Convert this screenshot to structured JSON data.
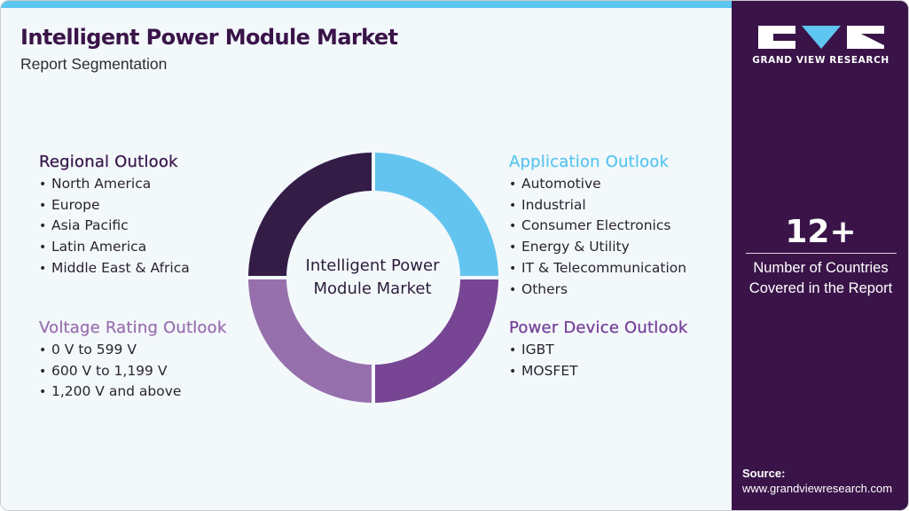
{
  "header": {
    "title": "Intelligent Power Module Market",
    "subtitle": "Report Segmentation"
  },
  "center_label": {
    "line1": "Intelligent Power",
    "line2": "Module Market"
  },
  "segments": {
    "regional": {
      "title": "Regional Outlook",
      "color": "#3a1a4d",
      "items": [
        "North America",
        "Europe",
        "Asia Pacific",
        "Latin America",
        "Middle East & Africa"
      ]
    },
    "voltage": {
      "title": "Voltage Rating Outlook",
      "color": "#9b72b0",
      "items": [
        "0 V to 599 V",
        "600 V to 1,199 V",
        "1,200 V and above"
      ]
    },
    "application": {
      "title": "Application Outlook",
      "color": "#5ec6f0",
      "items": [
        "Automotive",
        "Industrial",
        "Consumer Electronics",
        "Energy & Utility",
        "IT & Telecommunication",
        "Others"
      ]
    },
    "power_device": {
      "title": "Power Device Outlook",
      "color": "#77439a",
      "items": [
        "IGBT",
        "MOSFET"
      ]
    }
  },
  "donut": {
    "quadrants": [
      {
        "position": "top-right",
        "segment": "Application Outlook",
        "color": "#63c5ef"
      },
      {
        "position": "bottom-right",
        "segment": "Power Device Outlook",
        "color": "#774593"
      },
      {
        "position": "bottom-left",
        "segment": "Voltage Rating Outlook",
        "color": "#9670ad"
      },
      {
        "position": "top-left",
        "segment": "Regional Outlook",
        "color": "#331d47"
      }
    ]
  },
  "sidebar": {
    "brand": "GRAND VIEW RESEARCH",
    "stat_value": "12+",
    "stat_label_line1": "Number of Countries",
    "stat_label_line2": "Covered in the Report",
    "source_title": "Source:",
    "source_url": "www.grandviewresearch.com"
  },
  "colors": {
    "accent_blue": "#5ec6f0",
    "brand_purple": "#3a1449",
    "background": "#f3f8fb"
  }
}
